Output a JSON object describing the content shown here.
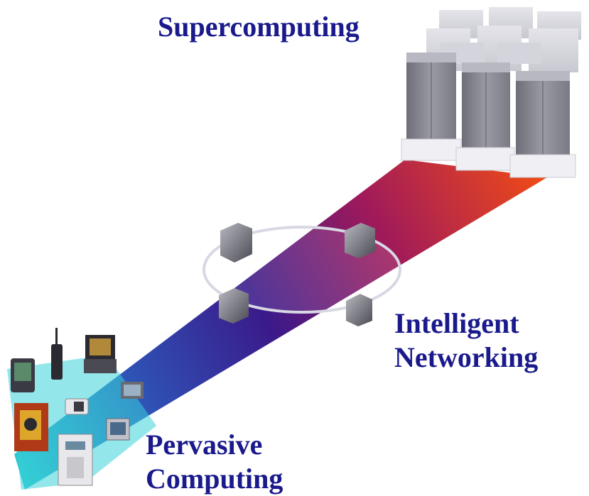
{
  "labels": {
    "supercomputing": "Supercomputing",
    "networking_line1": "Intelligent",
    "networking_line2": "Networking",
    "pervasive_line1": "Pervasive",
    "pervasive_line2": "Computing"
  },
  "colors": {
    "label_text": "#1a1a8c",
    "beam_start": "#2ec7d0",
    "beam_mid": "#3a1a8a",
    "beam_end": "#ee4a18",
    "ring": "#d8d8e4",
    "server_body": "#8a8a92"
  },
  "icons": [
    "supercomputer-rack-icon",
    "network-server-icon",
    "pda-icon",
    "cell-phone-icon",
    "laptop-icon",
    "camera-icon",
    "tablet-icon",
    "multimeter-icon",
    "phone-kiosk-icon"
  ]
}
